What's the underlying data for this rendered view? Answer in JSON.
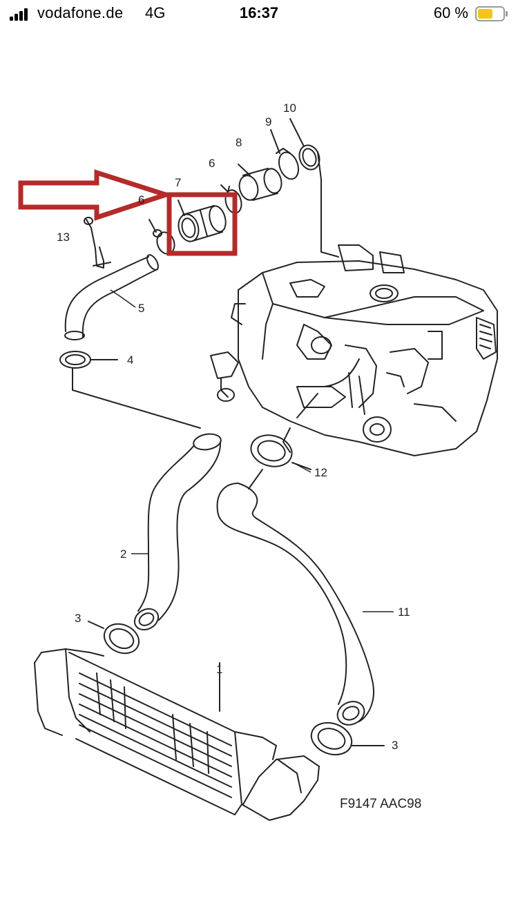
{
  "status_bar": {
    "carrier": "vodafone.de",
    "network": "4G",
    "time": "16:37",
    "battery_percent": "60 %",
    "battery_level": 0.6,
    "battery_color": "#f5c518",
    "signal_bars": 4
  },
  "diagram": {
    "labels": {
      "p1": "1",
      "p2": "2",
      "p3a": "3",
      "p3b": "3",
      "p4": "4",
      "p5": "5",
      "p6a": "6",
      "p6b": "6",
      "p7": "7",
      "p8": "8",
      "p9": "9",
      "p10": "10",
      "p11": "11",
      "p12": "12",
      "p13": "13"
    },
    "figure_code": "F9147 AAC98",
    "highlight_color": "#b52a2a"
  }
}
